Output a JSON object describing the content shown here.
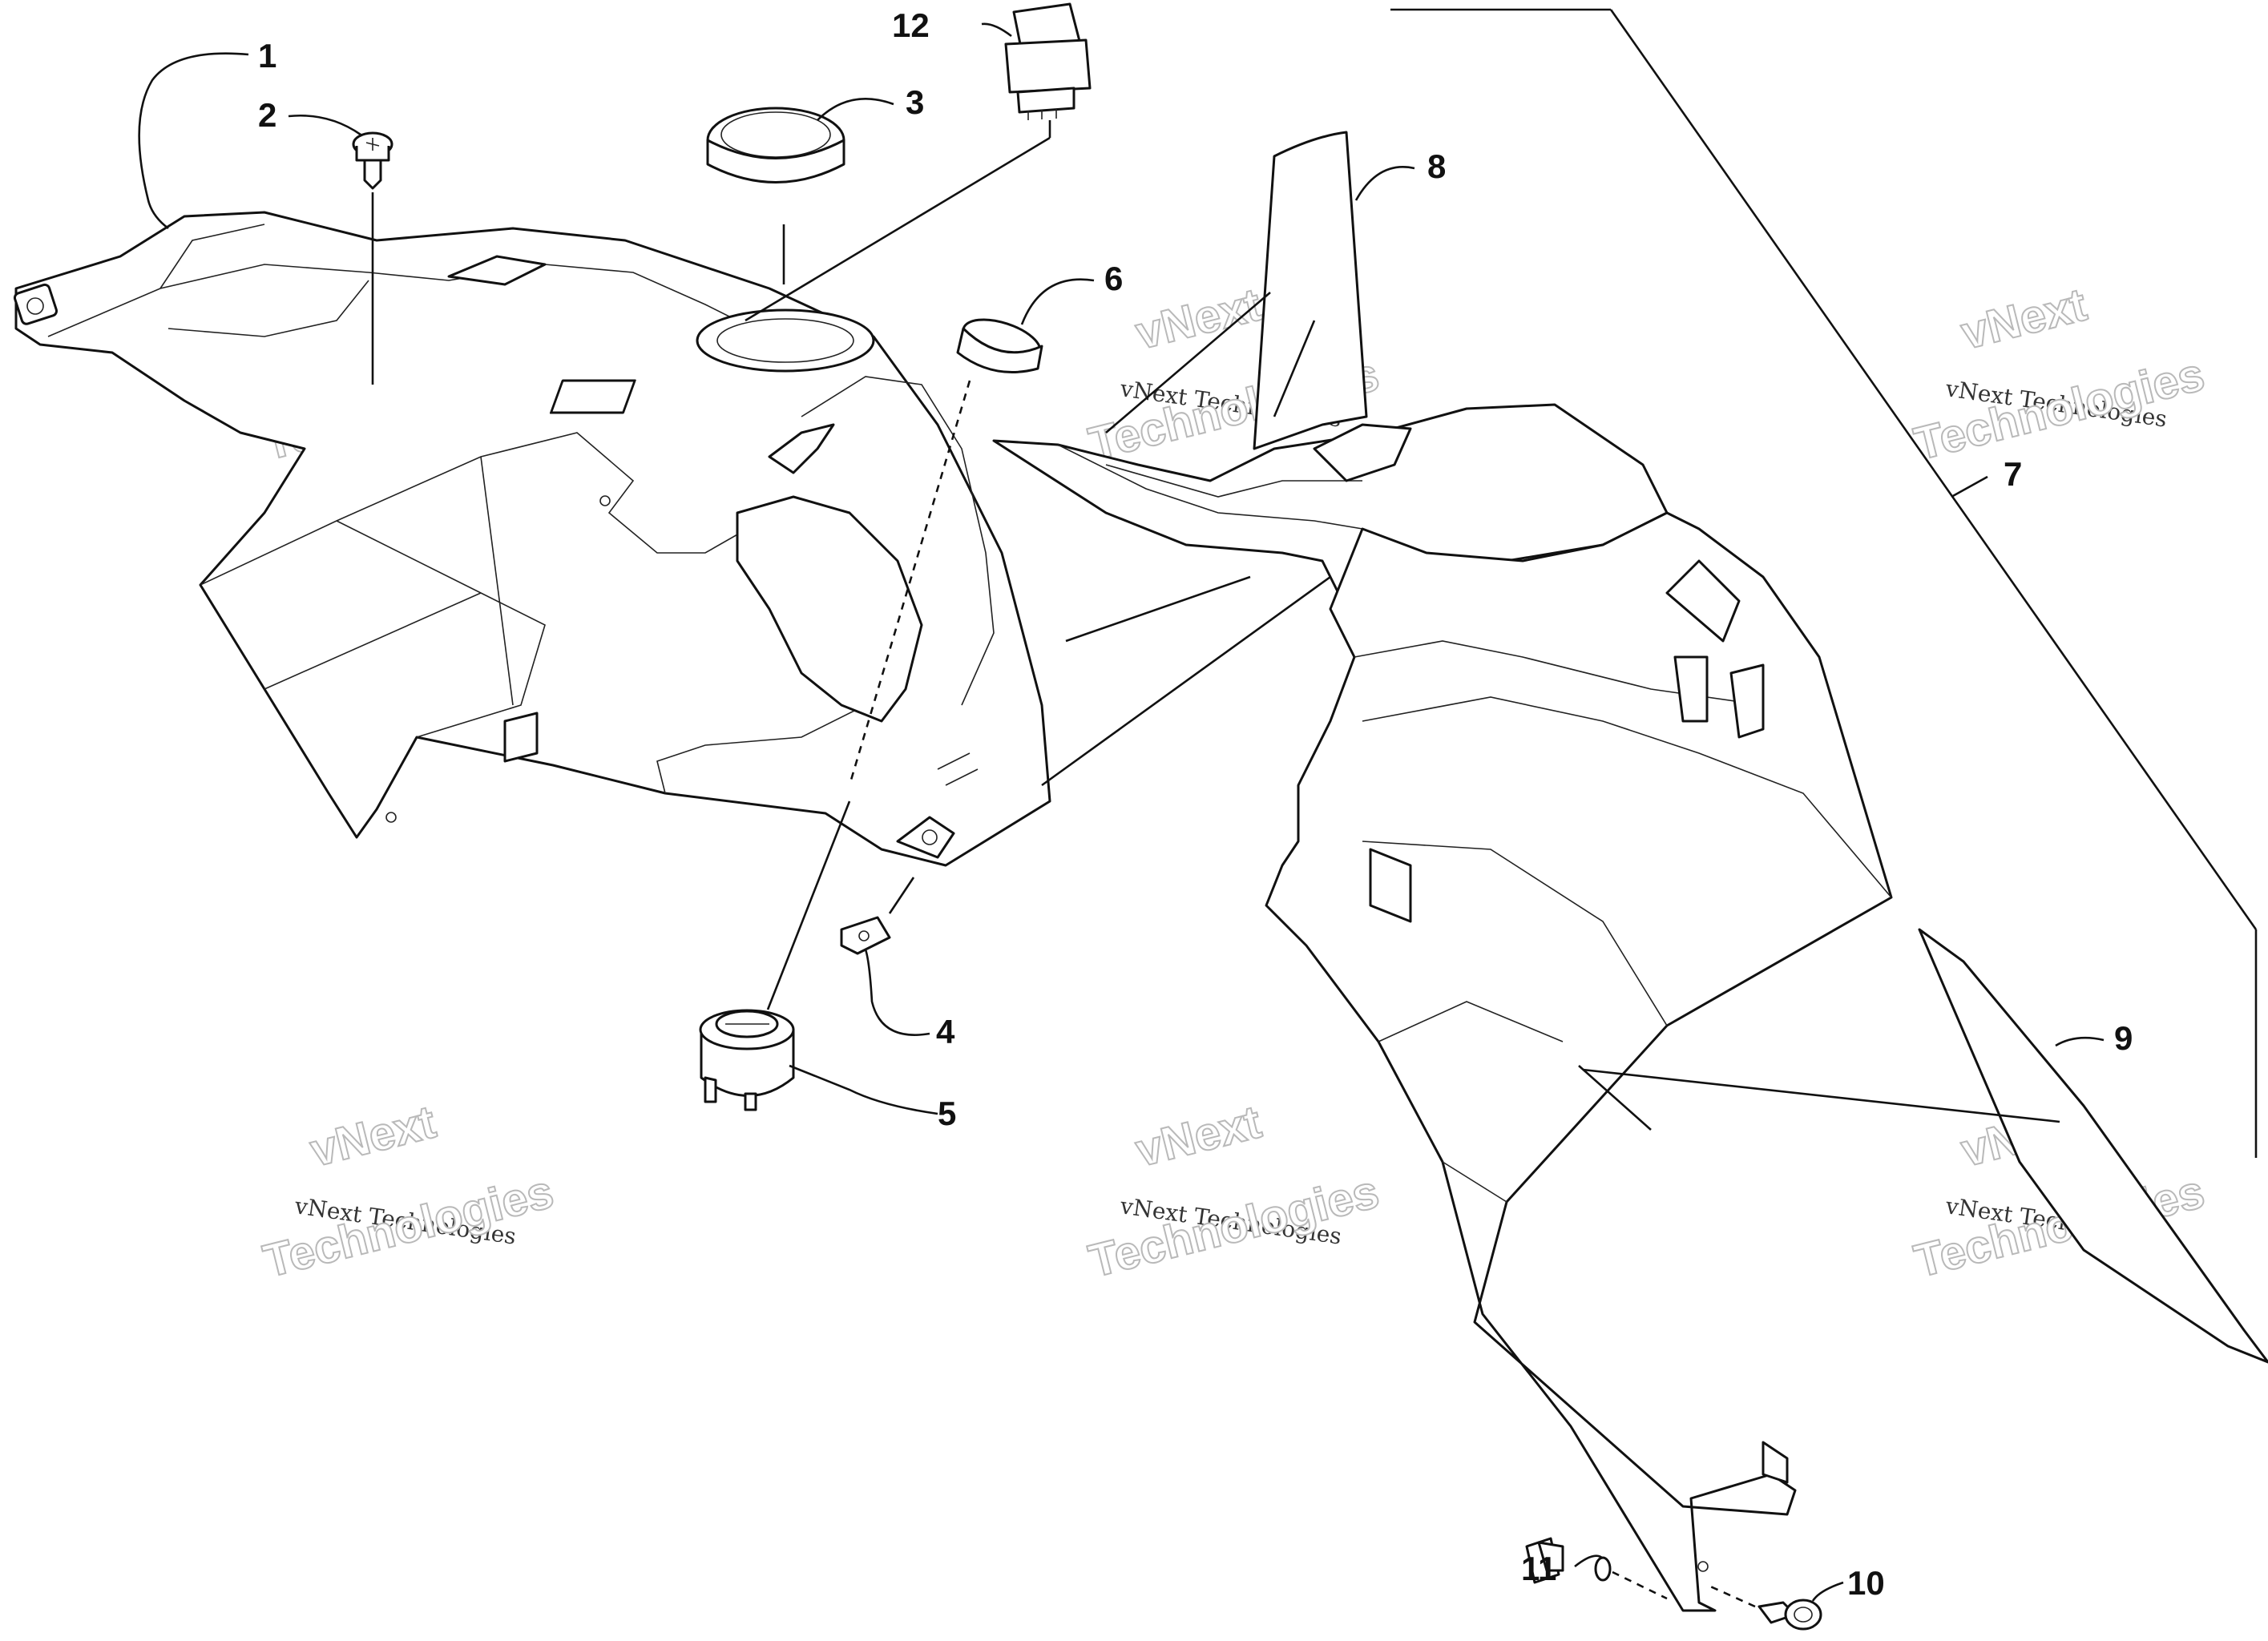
{
  "callouts": [
    {
      "id": "1",
      "label": "1"
    },
    {
      "id": "2",
      "label": "2"
    },
    {
      "id": "3",
      "label": "3"
    },
    {
      "id": "4",
      "label": "4"
    },
    {
      "id": "5",
      "label": "5"
    },
    {
      "id": "6",
      "label": "6"
    },
    {
      "id": "7",
      "label": "7"
    },
    {
      "id": "8",
      "label": "8"
    },
    {
      "id": "9",
      "label": "9"
    },
    {
      "id": "10",
      "label": "10"
    },
    {
      "id": "11",
      "label": "11"
    },
    {
      "id": "12",
      "label": "12"
    }
  ],
  "watermark": {
    "line1": "vNext",
    "line2": "vNext Technologies",
    "line3": "Technologies"
  },
  "colors": {
    "line": "#111111",
    "background": "#ffffff",
    "watermark_outline": "#b9b9b9"
  }
}
